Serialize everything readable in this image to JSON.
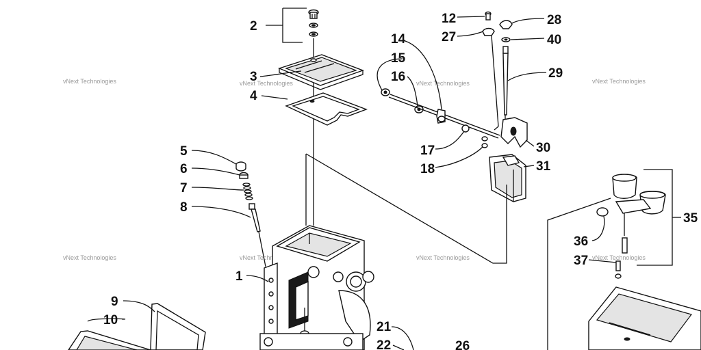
{
  "callouts": {
    "c1": "1",
    "c2": "2",
    "c3": "3",
    "c4": "4",
    "c5": "5",
    "c6": "6",
    "c7": "7",
    "c8": "8",
    "c9": "9",
    "c10": "10",
    "c12": "12",
    "c14": "14",
    "c15": "15",
    "c16": "16",
    "c17": "17",
    "c18": "18",
    "c21": "21",
    "c22": "22",
    "c26": "26",
    "c27": "27",
    "c28": "28",
    "c29": "29",
    "c30": "30",
    "c31": "31",
    "c35": "35",
    "c36": "36",
    "c37": "37",
    "c40": "40"
  },
  "watermark": "vNext Technologies",
  "colors": {
    "line": "#111111",
    "watermark": "#9a9a9a",
    "background": "#ffffff"
  }
}
